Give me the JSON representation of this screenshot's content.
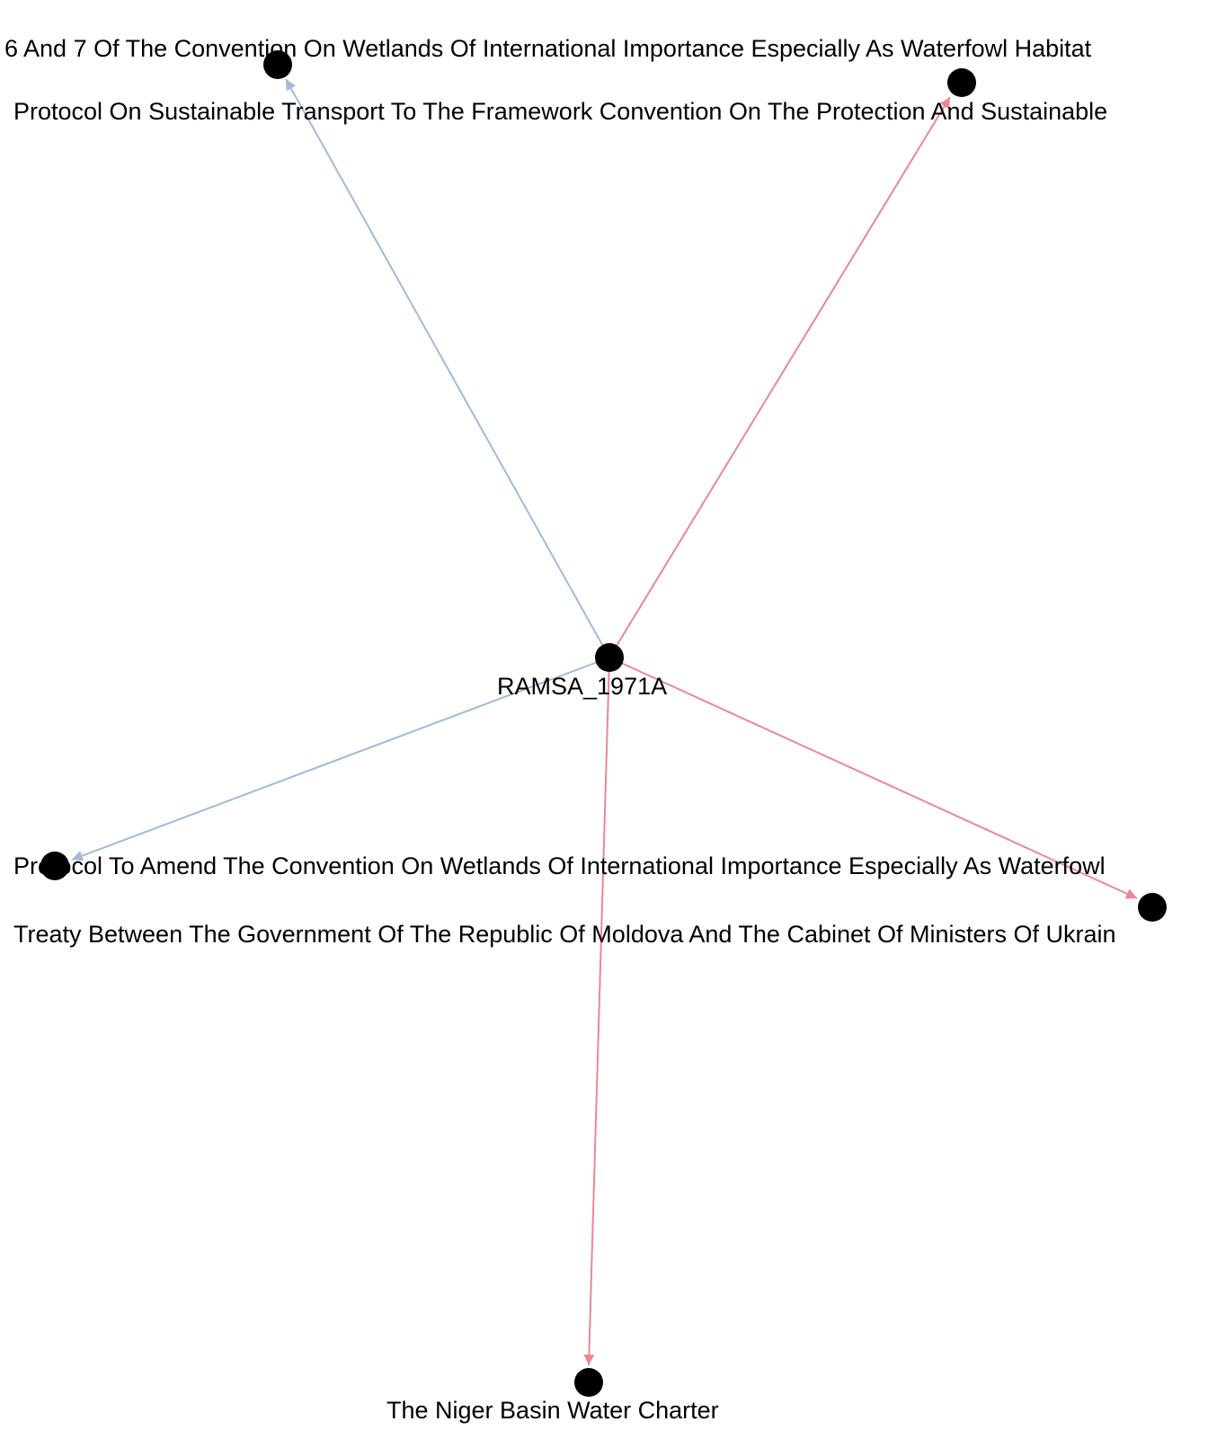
{
  "graph": {
    "center": {
      "id": "RAMSA_1971A",
      "label": "RAMSA_1971A"
    },
    "nodes": [
      {
        "id": "amend-articles-6-7",
        "label": "6 And 7 Of The Convention On Wetlands Of International Importance Especially As Waterfowl Habitat"
      },
      {
        "id": "alpine-transport-protocol",
        "label": "Protocol On Sustainable Transport To The Framework Convention On The Protection And Sustainable"
      },
      {
        "id": "amend-convention-protocol",
        "label": "Protocol To Amend The Convention On Wetlands Of International Importance Especially As Waterfowl"
      },
      {
        "id": "moldova-ukraine-treaty",
        "label": "Treaty Between The Government Of The Republic Of Moldova And The Cabinet Of Ministers Of Ukrain"
      },
      {
        "id": "niger-basin-charter",
        "label": "The Niger Basin Water Charter"
      }
    ],
    "edges": [
      {
        "from": "RAMSA_1971A",
        "to": "amend-articles-6-7",
        "kind": "outgoing-blue"
      },
      {
        "from": "RAMSA_1971A",
        "to": "alpine-transport-protocol",
        "kind": "outgoing-red"
      },
      {
        "from": "RAMSA_1971A",
        "to": "amend-convention-protocol",
        "kind": "outgoing-blue"
      },
      {
        "from": "RAMSA_1971A",
        "to": "moldova-ukraine-treaty",
        "kind": "outgoing-red"
      },
      {
        "from": "RAMSA_1971A",
        "to": "niger-basin-charter",
        "kind": "outgoing-red"
      }
    ]
  },
  "colors": {
    "edge_blue": "#9fbbd9",
    "edge_red": "#ec8792",
    "node_fill": "#000000",
    "label_text": "#000000",
    "background": "#ffffff"
  }
}
